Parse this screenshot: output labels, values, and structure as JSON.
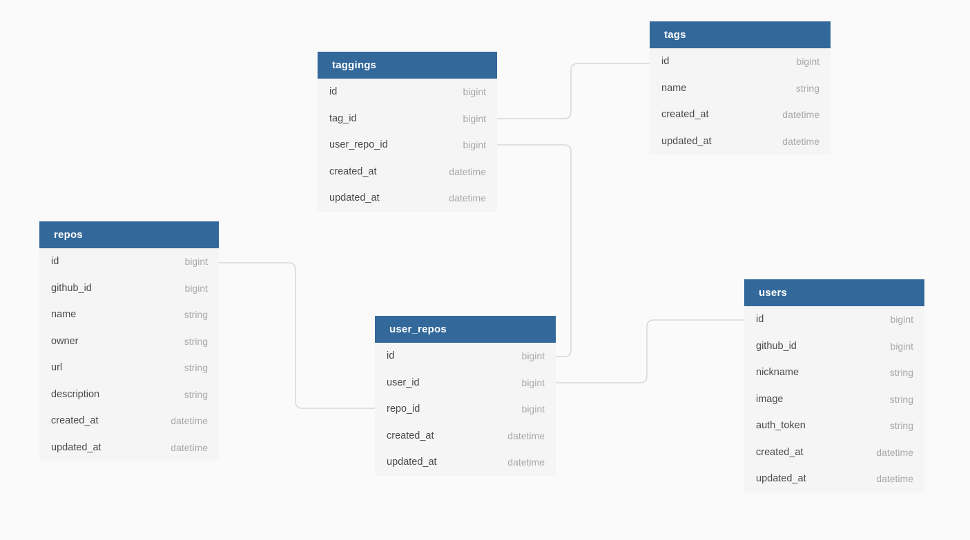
{
  "diagram": {
    "background_color": "#fafafa",
    "table_header_color": "#32689a",
    "table_body_color": "#f5f5f5",
    "connector_color": "#d8d8d8",
    "field_name_color": "#4a4a4a",
    "field_type_color": "#a8a8a8"
  },
  "tables": [
    {
      "name": "tags",
      "fields": [
        {
          "name": "id",
          "type": "bigint"
        },
        {
          "name": "name",
          "type": "string"
        },
        {
          "name": "created_at",
          "type": "datetime"
        },
        {
          "name": "updated_at",
          "type": "datetime"
        }
      ]
    },
    {
      "name": "taggings",
      "fields": [
        {
          "name": "id",
          "type": "bigint"
        },
        {
          "name": "tag_id",
          "type": "bigint"
        },
        {
          "name": "user_repo_id",
          "type": "bigint"
        },
        {
          "name": "created_at",
          "type": "datetime"
        },
        {
          "name": "updated_at",
          "type": "datetime"
        }
      ]
    },
    {
      "name": "repos",
      "fields": [
        {
          "name": "id",
          "type": "bigint"
        },
        {
          "name": "github_id",
          "type": "bigint"
        },
        {
          "name": "name",
          "type": "string"
        },
        {
          "name": "owner",
          "type": "string"
        },
        {
          "name": "url",
          "type": "string"
        },
        {
          "name": "description",
          "type": "string"
        },
        {
          "name": "created_at",
          "type": "datetime"
        },
        {
          "name": "updated_at",
          "type": "datetime"
        }
      ]
    },
    {
      "name": "user_repos",
      "fields": [
        {
          "name": "id",
          "type": "bigint"
        },
        {
          "name": "user_id",
          "type": "bigint"
        },
        {
          "name": "repo_id",
          "type": "bigint"
        },
        {
          "name": "created_at",
          "type": "datetime"
        },
        {
          "name": "updated_at",
          "type": "datetime"
        }
      ]
    },
    {
      "name": "users",
      "fields": [
        {
          "name": "id",
          "type": "bigint"
        },
        {
          "name": "github_id",
          "type": "bigint"
        },
        {
          "name": "nickname",
          "type": "string"
        },
        {
          "name": "image",
          "type": "string"
        },
        {
          "name": "auth_token",
          "type": "string"
        },
        {
          "name": "created_at",
          "type": "datetime"
        },
        {
          "name": "updated_at",
          "type": "datetime"
        }
      ]
    }
  ],
  "relationships": [
    {
      "from": "taggings.tag_id",
      "to": "tags.id"
    },
    {
      "from": "taggings.user_repo_id",
      "to": "user_repos.id"
    },
    {
      "from": "repos.id",
      "to": "user_repos.repo_id"
    },
    {
      "from": "user_repos.user_id",
      "to": "users.id"
    }
  ]
}
